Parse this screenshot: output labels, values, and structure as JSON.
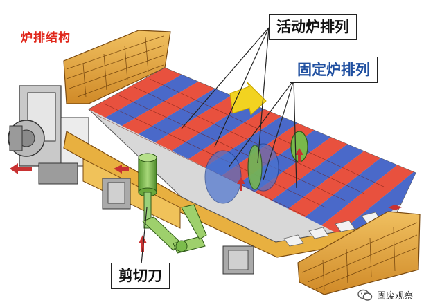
{
  "title": "炉排结构",
  "labels": {
    "active_grate": "活动炉排列",
    "fixed_grate": "固定炉排列",
    "shear_knife": "剪切刀"
  },
  "watermark": "固废观察",
  "colors": {
    "title": "#e0261a",
    "active_grate": "#e8513e",
    "fixed_grate": "#4a69c9",
    "frame": "#e2a93a",
    "cylinder": "#79b94a",
    "arrow_yellow": "#f2d320",
    "arrow_red": "#c83232"
  },
  "icons": [
    "wechat-icon",
    "arrow-icon"
  ]
}
